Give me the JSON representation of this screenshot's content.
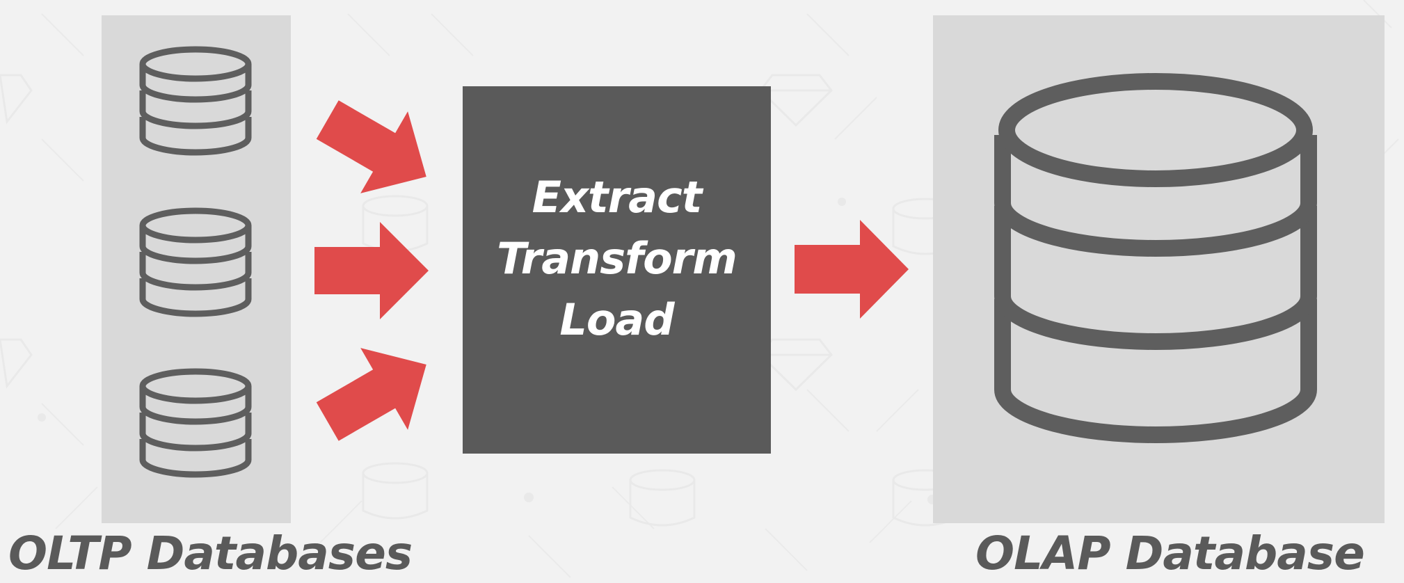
{
  "diagram": {
    "process_box": {
      "lines": [
        "Extract",
        "Transform",
        "Load"
      ]
    },
    "source_label": "OLTP Databases",
    "target_label": "OLAP Database",
    "colors": {
      "background": "#f2f2f2",
      "panel": "#d9d9d9",
      "process_box": "#5a5a5a",
      "arrow": "#e04b4b",
      "database_stroke": "#5e5e5e",
      "label_text": "#5a5a5a",
      "process_text": "#ffffff"
    },
    "icons": {
      "source_database": "database-stack-icon",
      "target_database": "database-icon",
      "arrow": "arrow-right-icon"
    }
  }
}
